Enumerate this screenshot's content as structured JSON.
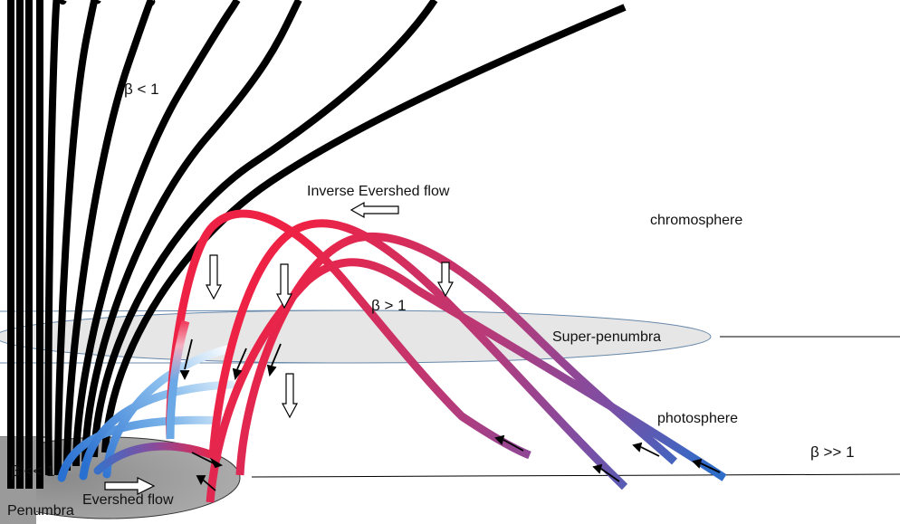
{
  "labels": {
    "beta_lt_1": "β < 1",
    "beta_gt_1": "β > 1",
    "beta_ll_1": "β << 1",
    "beta_gg_1": "β >> 1",
    "inverse_evershed_flow": "Inverse Evershed flow",
    "chromosphere": "chromosphere",
    "super_penumbra": "Super-penumbra",
    "photosphere": "photosphere",
    "penumbra": "Penumbra",
    "evershed_flow": "Evershed flow"
  },
  "colors": {
    "field_line_black": "#000000",
    "loop_red": "#ee2244",
    "loop_purple": "#8a4a9a",
    "loop_blue": "#3a70c8",
    "flow_light_blue": "#4a9ae0",
    "super_penumbra_fill": "#e6e6e6",
    "super_penumbra_edge": "#6688aa",
    "penumbra_fill": "#9a9a9a"
  }
}
